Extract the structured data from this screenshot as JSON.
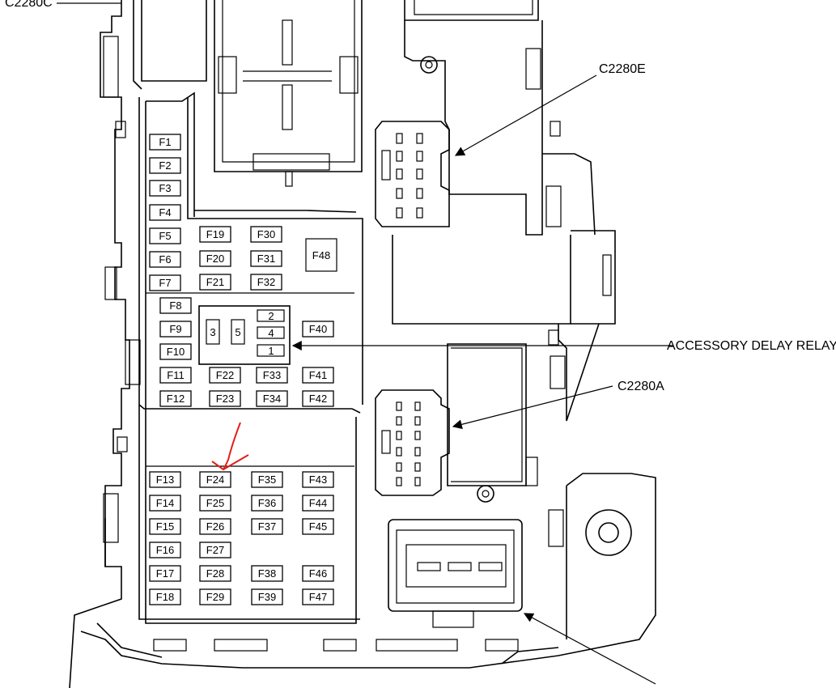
{
  "callouts": {
    "top_left": "C2280C",
    "c2280e": "C2280E",
    "accessory_relay": "ACCESSORY DELAY RELAY",
    "c2280a": "C2280A"
  },
  "fuses": {
    "F1": "F1",
    "F2": "F2",
    "F3": "F3",
    "F4": "F4",
    "F5": "F5",
    "F6": "F6",
    "F7": "F7",
    "F8": "F8",
    "F9": "F9",
    "F10": "F10",
    "F11": "F11",
    "F12": "F12",
    "F13": "F13",
    "F14": "F14",
    "F15": "F15",
    "F16": "F16",
    "F17": "F17",
    "F18": "F18",
    "F19": "F19",
    "F20": "F20",
    "F21": "F21",
    "F22": "F22",
    "F23": "F23",
    "F24": "F24",
    "F25": "F25",
    "F26": "F26",
    "F27": "F27",
    "F28": "F28",
    "F29": "F29",
    "F30": "F30",
    "F31": "F31",
    "F32": "F32",
    "F33": "F33",
    "F34": "F34",
    "F35": "F35",
    "F36": "F36",
    "F37": "F37",
    "F38": "F38",
    "F39": "F39",
    "F40": "F40",
    "F41": "F41",
    "F42": "F42",
    "F43": "F43",
    "F44": "F44",
    "F45": "F45",
    "F46": "F46",
    "F47": "F47",
    "F48": "F48"
  },
  "relay_pins": {
    "p1": "1",
    "p2": "2",
    "p3": "3",
    "p4": "4",
    "p5": "5"
  },
  "highlight": {
    "fuse": "F24",
    "color": "#e0201a"
  }
}
